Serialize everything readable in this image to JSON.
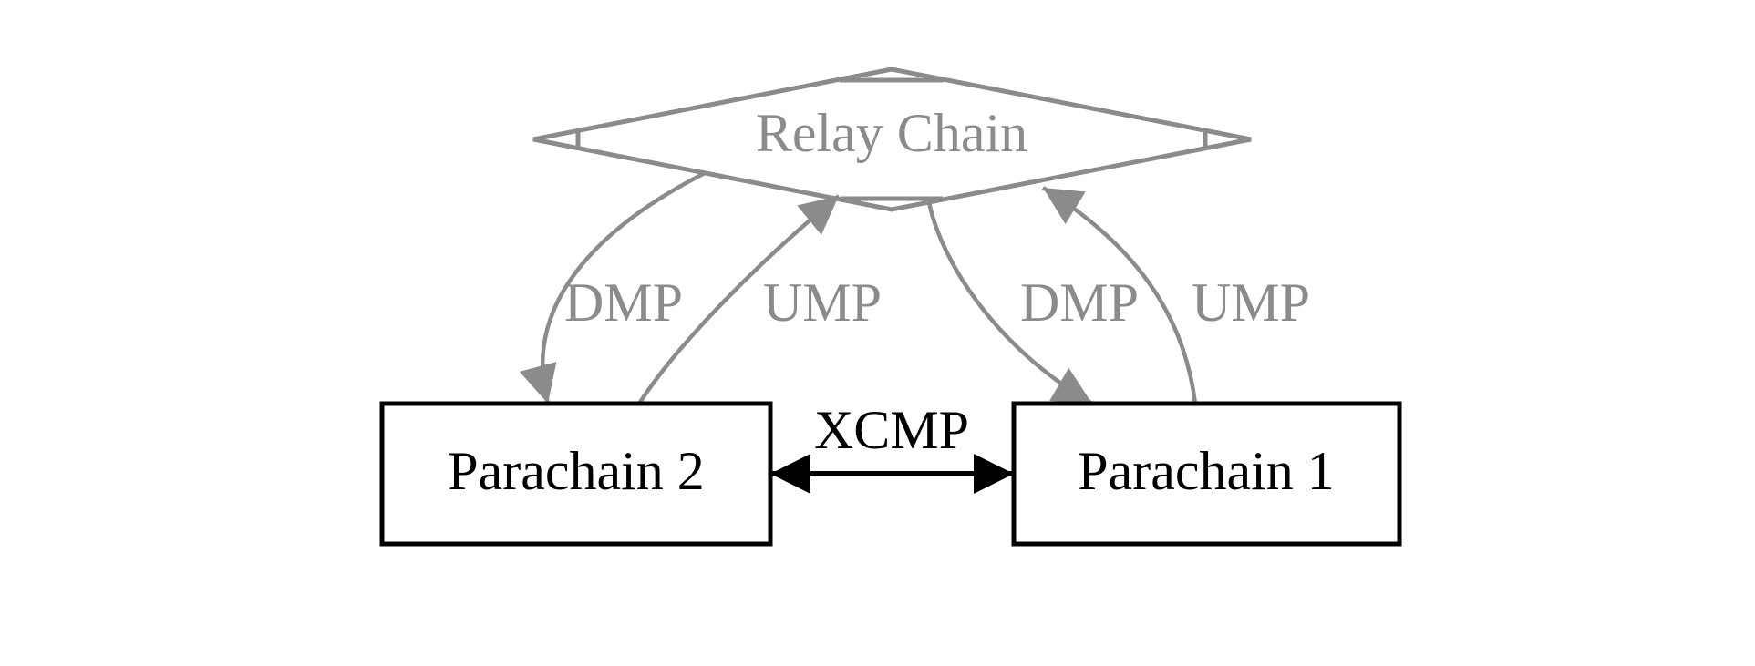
{
  "diagram": {
    "nodes": {
      "relay_chain": {
        "label": "Relay Chain",
        "shape": "diamond",
        "color": "#8b8b8b"
      },
      "parachain_2": {
        "label": "Parachain 2",
        "shape": "box",
        "color": "#000000"
      },
      "parachain_1": {
        "label": "Parachain 1",
        "shape": "box",
        "color": "#000000"
      }
    },
    "edges": [
      {
        "label": "DMP",
        "from": "relay_chain",
        "to": "parachain_2",
        "color": "#8b8b8b"
      },
      {
        "label": "UMP",
        "from": "parachain_2",
        "to": "relay_chain",
        "color": "#8b8b8b"
      },
      {
        "label": "DMP",
        "from": "relay_chain",
        "to": "parachain_1",
        "color": "#8b8b8b"
      },
      {
        "label": "UMP",
        "from": "parachain_1",
        "to": "relay_chain",
        "color": "#8b8b8b"
      },
      {
        "label": "XCMP",
        "from": "parachain_2",
        "to": "parachain_1",
        "direction": "bidirectional",
        "color": "#000000"
      }
    ],
    "colors": {
      "muted_gray": "#8b8b8b",
      "black": "#000000",
      "background": "#ffffff"
    }
  }
}
